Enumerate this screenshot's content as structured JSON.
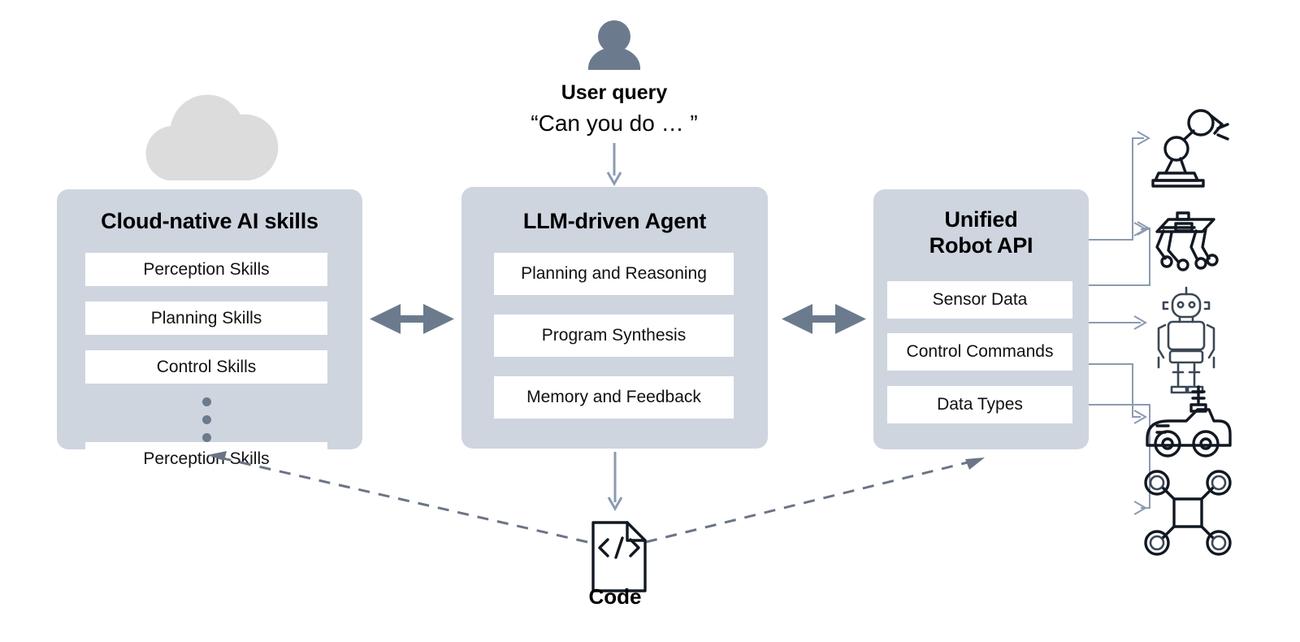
{
  "diagram": {
    "title_hidden": "",
    "colors": {
      "panel_fill": "#ced5df",
      "subbox_fill": "#ffffff",
      "arrow_solid": "#6b7b8d",
      "connector_line": "#8c9bb0",
      "dashed_feedback": "#6b7585",
      "cloud_fill": "#dcdcdc",
      "person_fill": "#6b7b8d",
      "text": "#000000"
    }
  },
  "user": {
    "icon": "person-icon",
    "title": "User query",
    "quote": "“Can  you  do  … ”"
  },
  "cloud": {
    "icon": "cloud-icon"
  },
  "panels": [
    {
      "id": "cloud-native-ai-skills",
      "title": "Cloud-native AI skills",
      "title_lines": [
        "Cloud-native AI skills"
      ],
      "items": [
        "Perception Skills",
        "Planning Skills",
        "Control Skills"
      ],
      "ellipsis_dots": 3
    },
    {
      "id": "llm-driven-agent",
      "title": "LLM-driven Agent",
      "title_lines": [
        "LLM-driven Agent"
      ],
      "items": [
        "Planning and Reasoning",
        "Program Synthesis",
        "Memory and Feedback"
      ],
      "ellipsis_dots": 0
    },
    {
      "id": "unified-robot-api",
      "title": "Unified Robot API",
      "title_lines": [
        "Unified",
        "Robot API"
      ],
      "items": [
        "Sensor Data",
        "Control Commands",
        "Data Types"
      ],
      "ellipsis_dots": 0
    }
  ],
  "code": {
    "icon": "code-file-icon",
    "glyph": "</>",
    "label": "Code"
  },
  "connectors": {
    "left_bidirectional": "double-arrow-icon",
    "right_bidirectional": "double-arrow-icon",
    "agent_to_code": "down-arrow-icon",
    "user_to_agent": "down-arrow-icon",
    "code_to_skills": "dashed-arrow-left",
    "code_to_api": "dashed-arrow-right"
  },
  "robots": [
    {
      "id": "robot-arm",
      "icon": "robot-arm-icon"
    },
    {
      "id": "quadruped",
      "icon": "quadruped-robot-icon"
    },
    {
      "id": "humanoid",
      "icon": "humanoid-robot-icon"
    },
    {
      "id": "mobile-rover",
      "icon": "mobile-rover-robot-icon"
    },
    {
      "id": "drone",
      "icon": "quadcopter-drone-icon"
    }
  ]
}
